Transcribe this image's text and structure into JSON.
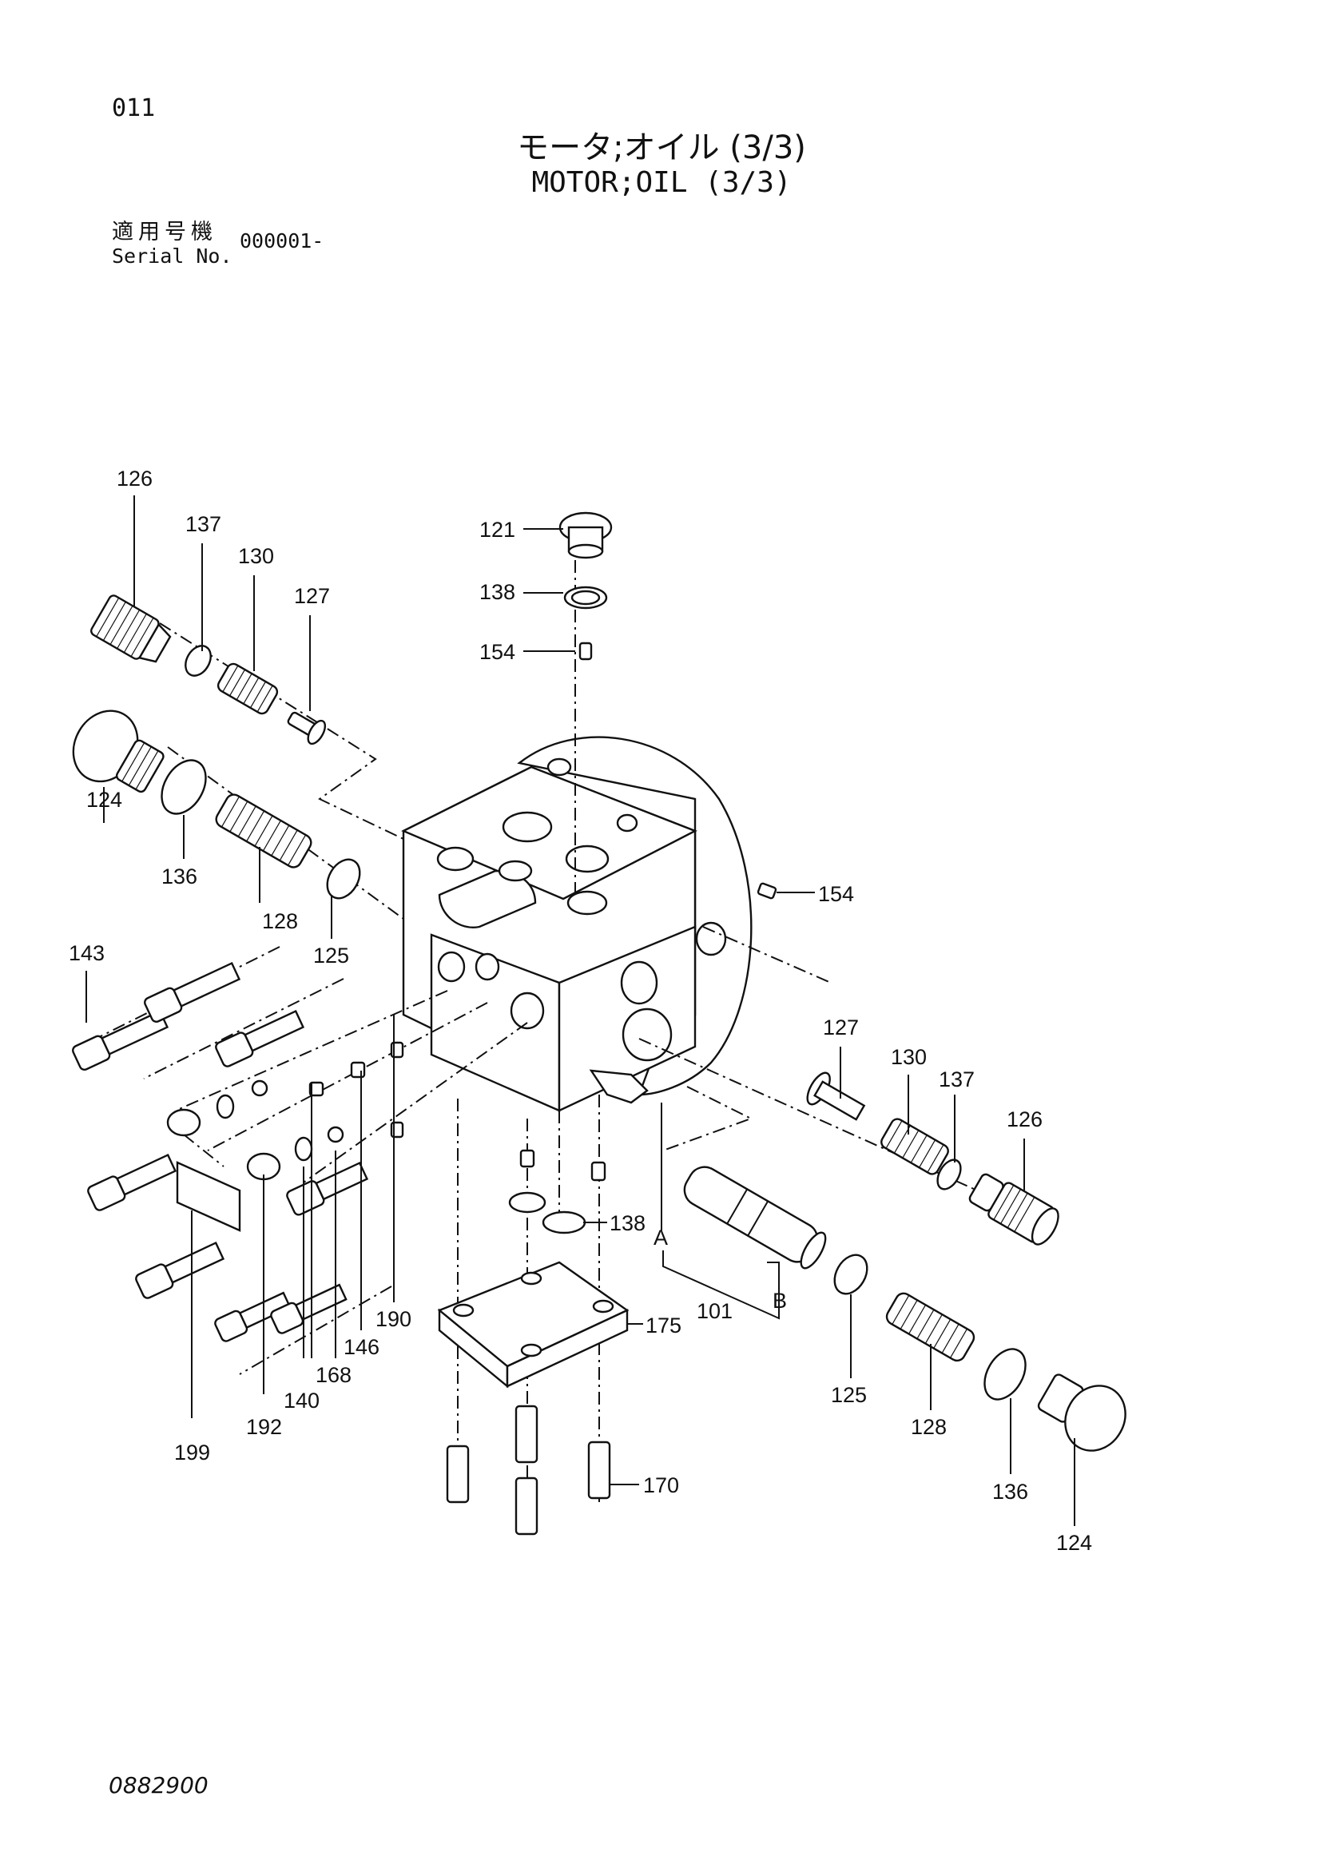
{
  "header": {
    "page_number": "011",
    "title_ja": "モータ;オイル (3/3)",
    "title_en": "MOTOR;OIL (3/3)",
    "serial_label_ja": "適用号機",
    "serial_label_en": "Serial No.",
    "serial_value": "000001-"
  },
  "footer": {
    "drawing_number": "0882900"
  },
  "callouts": {
    "c126a": "126",
    "c137a": "137",
    "c130a": "130",
    "c127a": "127",
    "c124a": "124",
    "c136a": "136",
    "c128a": "128",
    "c125a": "125",
    "c143": "143",
    "c121": "121",
    "c138a": "138",
    "c154a": "154",
    "c154b": "154",
    "c127b": "127",
    "c130b": "130",
    "c137b": "137",
    "c126b": "126",
    "c138b": "138",
    "cA": "A",
    "cB": "B",
    "c101": "101",
    "c175": "175",
    "c125b": "125",
    "c128b": "128",
    "c136b": "136",
    "c124b": "124",
    "c170": "170",
    "c190": "190",
    "c146": "146",
    "c168": "168",
    "c140": "140",
    "c192": "192",
    "c199": "199"
  }
}
